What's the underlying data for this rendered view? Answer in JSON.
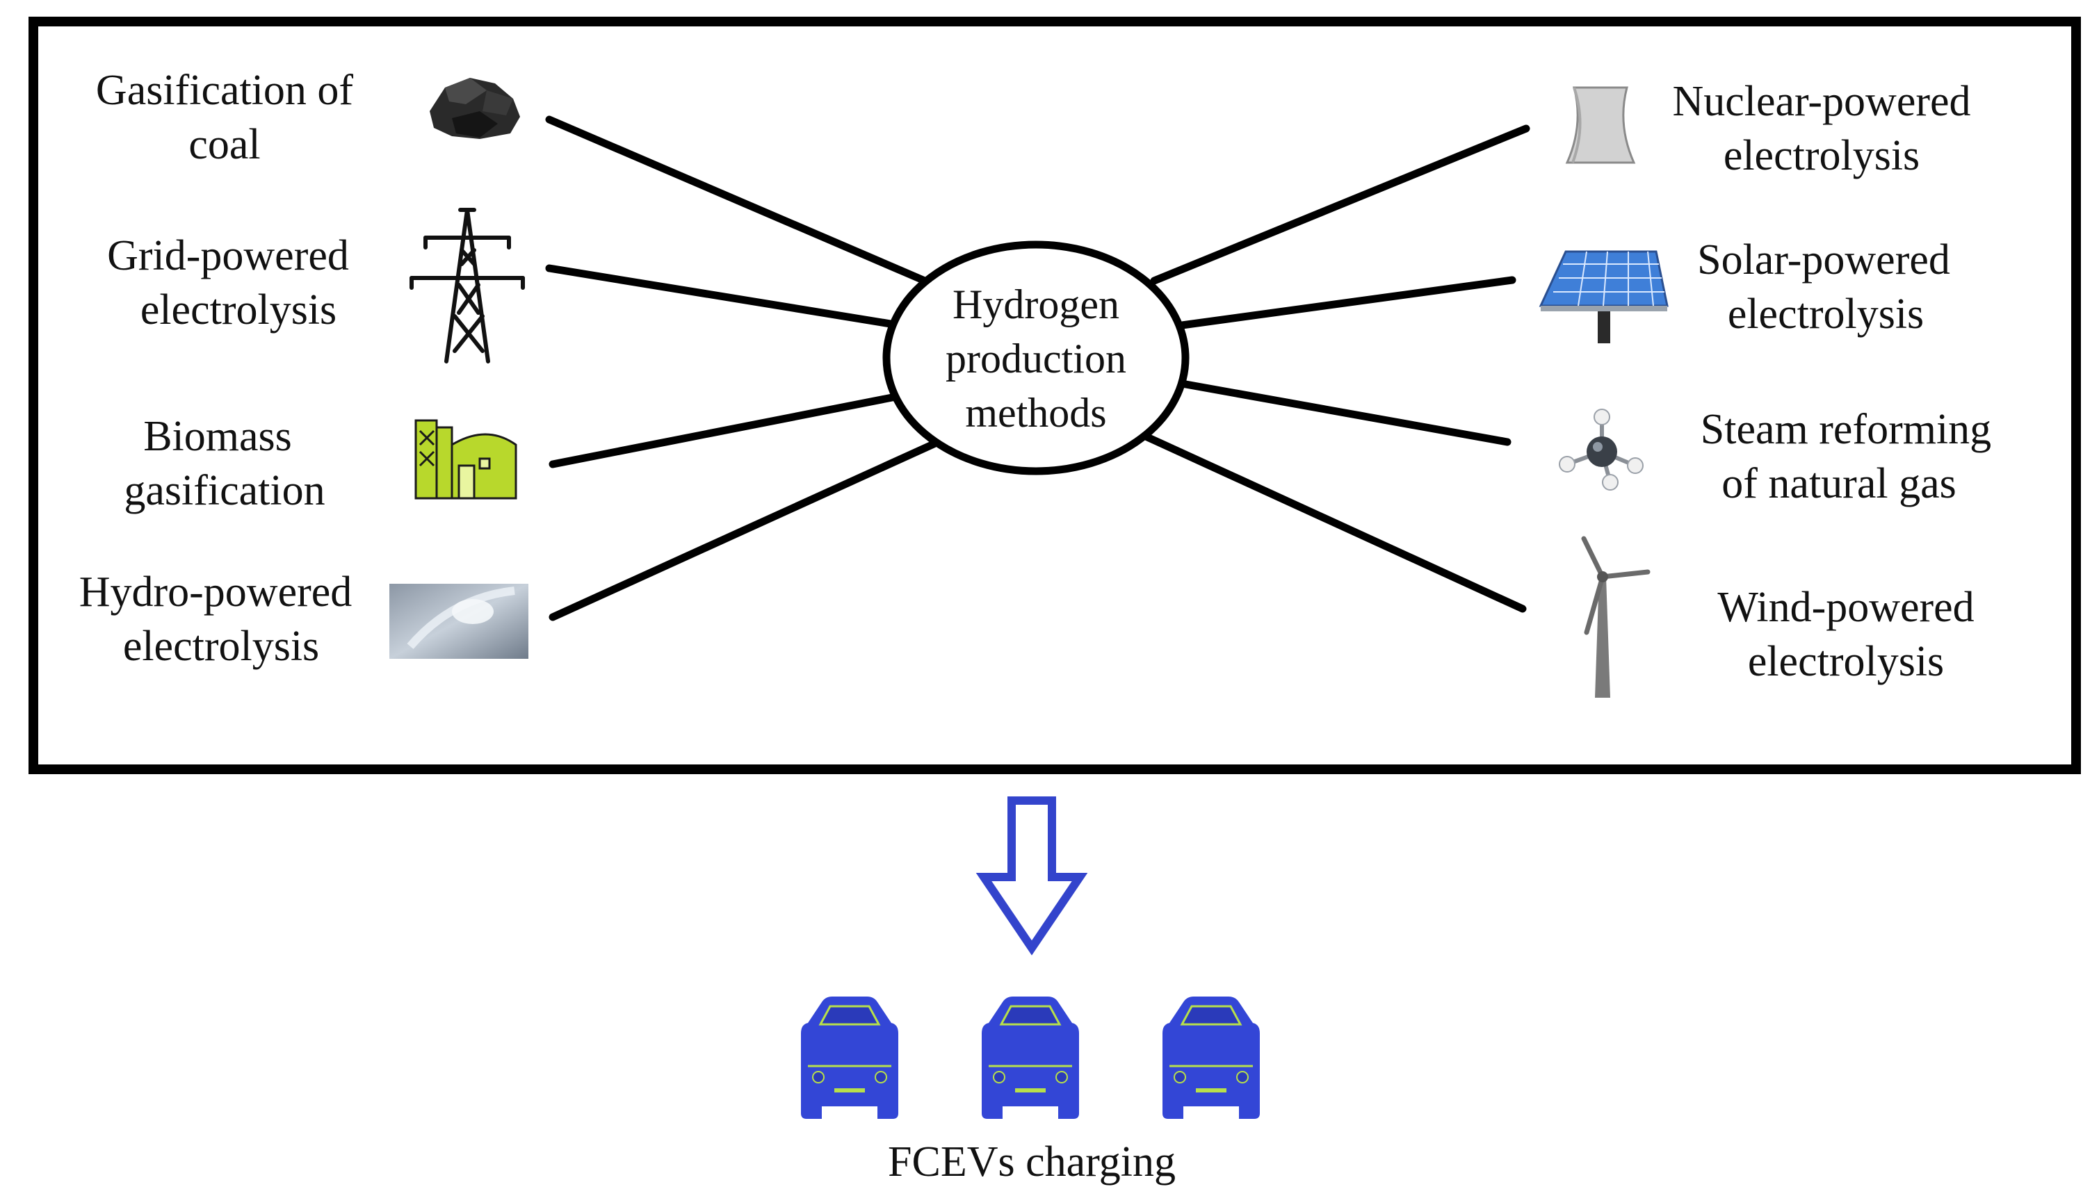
{
  "hub": {
    "lines": [
      "Hydrogen",
      "production",
      "methods"
    ]
  },
  "methods_left": [
    {
      "lines": [
        "Gasification of",
        "coal"
      ],
      "icon": "coal-icon"
    },
    {
      "lines": [
        "Grid-powered",
        "electrolysis"
      ],
      "icon": "power-pylon-icon"
    },
    {
      "lines": [
        "Biomass",
        "gasification"
      ],
      "icon": "biomass-plant-icon"
    },
    {
      "lines": [
        "Hydro-powered",
        "electrolysis"
      ],
      "icon": "water-flow-icon"
    }
  ],
  "methods_right": [
    {
      "lines": [
        "Nuclear-powered",
        "electrolysis"
      ],
      "icon": "cooling-tower-icon"
    },
    {
      "lines": [
        "Solar-powered",
        "electrolysis"
      ],
      "icon": "solar-panel-icon"
    },
    {
      "lines": [
        "Steam reforming",
        "of natural gas"
      ],
      "icon": "methane-molecule-icon"
    },
    {
      "lines": [
        "Wind-powered",
        "electrolysis"
      ],
      "icon": "wind-turbine-icon"
    }
  ],
  "output": {
    "label": "FCEVs charging",
    "car_icon": "car-icon",
    "car_count": 3
  },
  "colors": {
    "frame": "#000000",
    "arrow": "#3344cc",
    "car": "#3346d6",
    "car_trim": "#b8e04a",
    "biomass": "#b8d82c",
    "solar": "#3f7fd8"
  }
}
